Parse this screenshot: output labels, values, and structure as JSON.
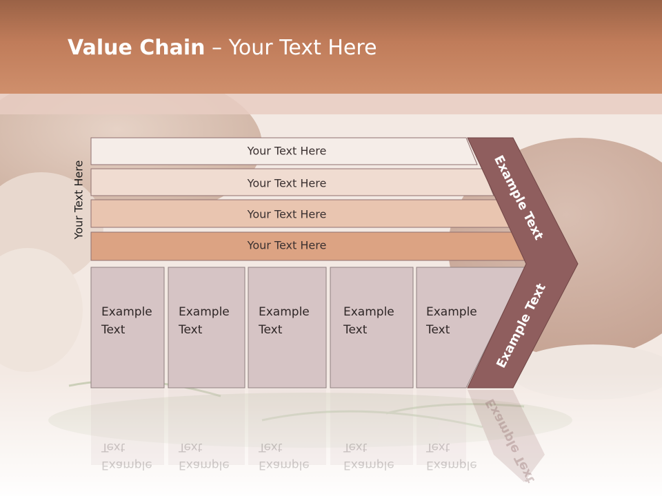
{
  "slide": {
    "title_bold": "Value Chain",
    "title_rest": " – Your Text Here",
    "side_label": "Your Text Here"
  },
  "bars": [
    {
      "label": "Your Text Here"
    },
    {
      "label": "Your Text Here"
    },
    {
      "label": "Your Text Here"
    },
    {
      "label": "Your Text Here"
    }
  ],
  "boxes": [
    {
      "line1": "Example",
      "line2": "Text"
    },
    {
      "line1": "Example",
      "line2": "Text"
    },
    {
      "line1": "Example",
      "line2": "Text"
    },
    {
      "line1": "Example",
      "line2": "Text"
    },
    {
      "line1": "Example",
      "line2": "Text"
    }
  ],
  "chevron": {
    "upper_label": "Example Text",
    "lower_label": "Example Text"
  },
  "colors": {
    "header": "#c07c5a",
    "bar1": "#f5ede8",
    "bar2": "#f0dcd1",
    "bar3": "#e9c5b0",
    "bar4": "#dca383",
    "box": "#d6c4c5",
    "chevron": "#8f5e5e"
  }
}
